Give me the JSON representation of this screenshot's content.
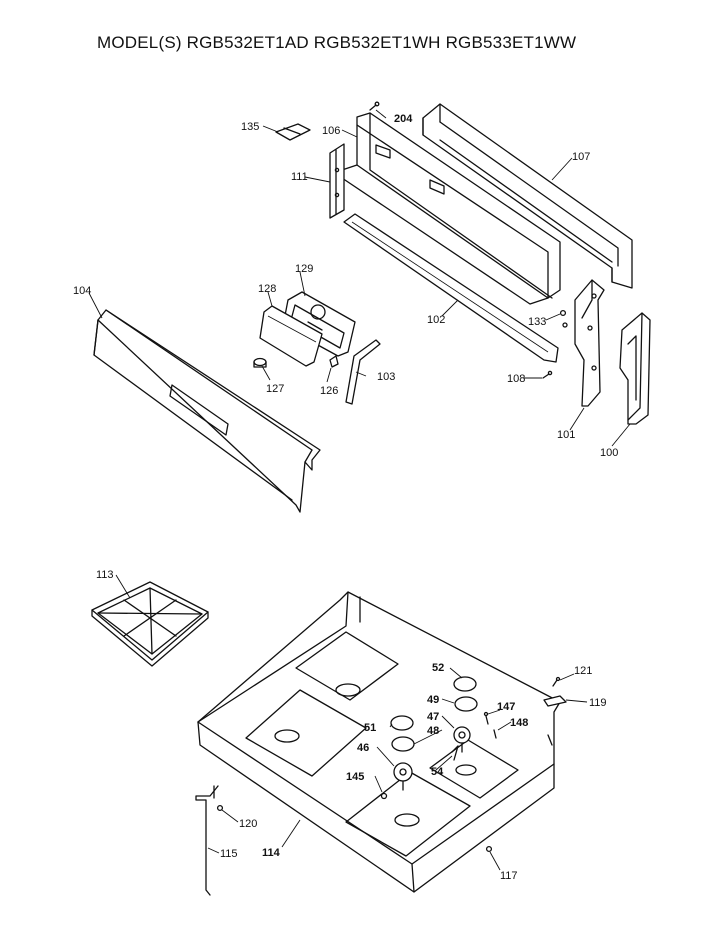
{
  "header": {
    "title": "MODEL(S) RGB532ET1AD  RGB532ET1WH  RGB533ET1WW"
  },
  "diagram": {
    "upper_assembly": {
      "part_numbers": [
        "135",
        "106",
        "204",
        "107",
        "111",
        "102",
        "129",
        "128",
        "104",
        "127",
        "126",
        "103",
        "133",
        "108",
        "101",
        "100"
      ]
    },
    "lower_assembly": {
      "part_numbers": [
        "113",
        "52",
        "49",
        "47",
        "147",
        "148",
        "51",
        "48",
        "46",
        "54",
        "145",
        "121",
        "119",
        "120",
        "115",
        "114",
        "117"
      ]
    }
  }
}
